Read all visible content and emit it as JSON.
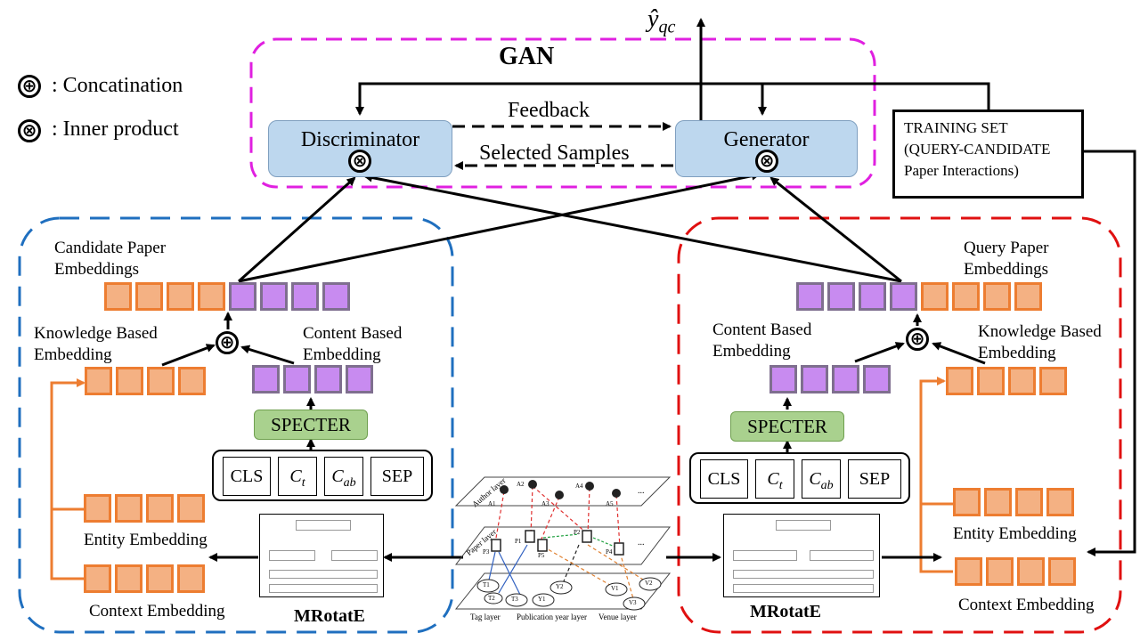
{
  "legend": {
    "concat_symbol": "⊕",
    "concat_label": ": Concatination",
    "inner_symbol": "⊗",
    "inner_label": ": Inner product"
  },
  "output_label": "ŷ",
  "output_subscript": "qc",
  "gan": {
    "title": "GAN",
    "discriminator": "Discriminator",
    "generator": "Generator",
    "feedback": "Feedback",
    "selected_samples": "Selected Samples"
  },
  "training_set": {
    "line1": "TRAINING SET",
    "line2": "(QUERY-CANDIDATE",
    "line3": "Paper Interactions)"
  },
  "left": {
    "paper_label_1": "Candidate Paper",
    "paper_label_2": "Embeddings",
    "knowledge_1": "Knowledge Based",
    "knowledge_2": "Embedding",
    "content_1": "Content Based",
    "content_2": "Embedding",
    "specter": "SPECTER",
    "entity": "Entity Embedding",
    "context": "Context Embedding",
    "mrotate": "MRotatE"
  },
  "right": {
    "paper_label_1": "Query Paper",
    "paper_label_2": "Embeddings",
    "knowledge_1": "Knowledge Based",
    "knowledge_2": "Embedding",
    "content_1": "Content Based",
    "content_2": "Embedding",
    "specter": "SPECTER",
    "entity": "Entity Embedding",
    "context": "Context Embedding",
    "mrotate": "MRotatE"
  },
  "tokens": {
    "cls": "CLS",
    "ct_base": "C",
    "ct_sub": "t",
    "cab_base": "C",
    "cab_sub": "ab",
    "sep": "SEP"
  },
  "graph": {
    "author_layer": "Author layer",
    "paper_layer": "Paper layer",
    "tag_layer": "Tag layer",
    "year_layer": "Publication year layer",
    "venue_layer": "Venue layer",
    "authors": [
      "A1",
      "A2",
      "A3",
      "A4",
      "A5"
    ],
    "papers": [
      "P1",
      "P2",
      "P3",
      "P4",
      "P5"
    ],
    "tags": [
      "T1",
      "T2",
      "T3"
    ],
    "years": [
      "Y1",
      "Y2"
    ],
    "venues": [
      "V1",
      "V2",
      "V3"
    ],
    "ellipsis": "..."
  },
  "colors": {
    "gan_border": "#e020e0",
    "left_border": "#1f6fbf",
    "right_border": "#e01010",
    "orange_cell": "#f4b183",
    "purple_cell": "#c88bf0",
    "specter_fill": "#a9d18e",
    "box_fill": "#bdd7ee"
  }
}
